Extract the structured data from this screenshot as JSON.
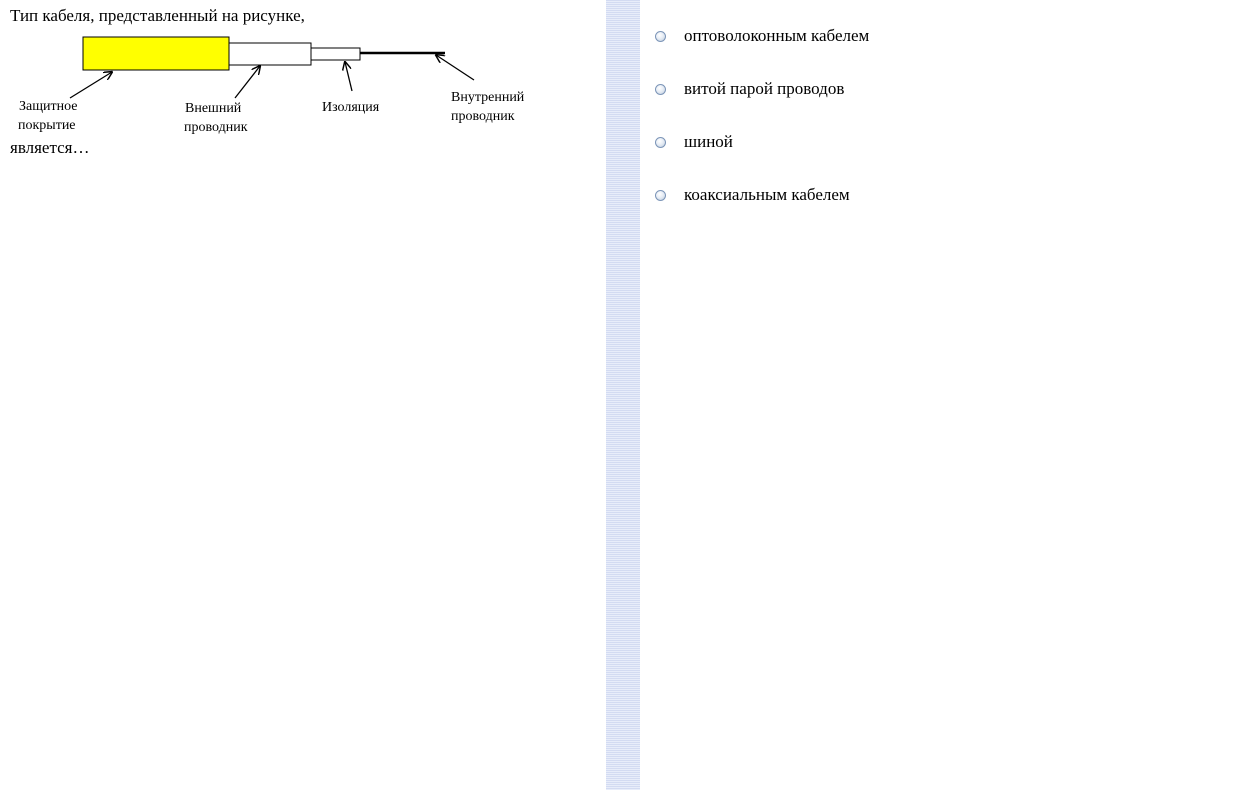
{
  "question": {
    "line1": "Тип кабеля, представленный на рисунке,",
    "line2": "является…",
    "diagram": {
      "labels": {
        "protective_coating_line1": "Защитное",
        "protective_coating_line2": "покрытие",
        "outer_conductor_line1": "Внешний",
        "outer_conductor_line2": "проводник",
        "insulation": "Изоляция",
        "inner_conductor_line1": "Внутренний",
        "inner_conductor_line2": "проводник"
      },
      "colors": {
        "protective_coating": "#ffff00",
        "outline": "#000000"
      }
    }
  },
  "divider": {
    "color": "#dde4f6"
  },
  "answers": {
    "options": [
      {
        "label": "оптоволоконным кабелем",
        "selected": false
      },
      {
        "label": "витой парой проводов",
        "selected": false
      },
      {
        "label": "шиной",
        "selected": false
      },
      {
        "label": "коаксиальным кабелем",
        "selected": false
      }
    ]
  }
}
